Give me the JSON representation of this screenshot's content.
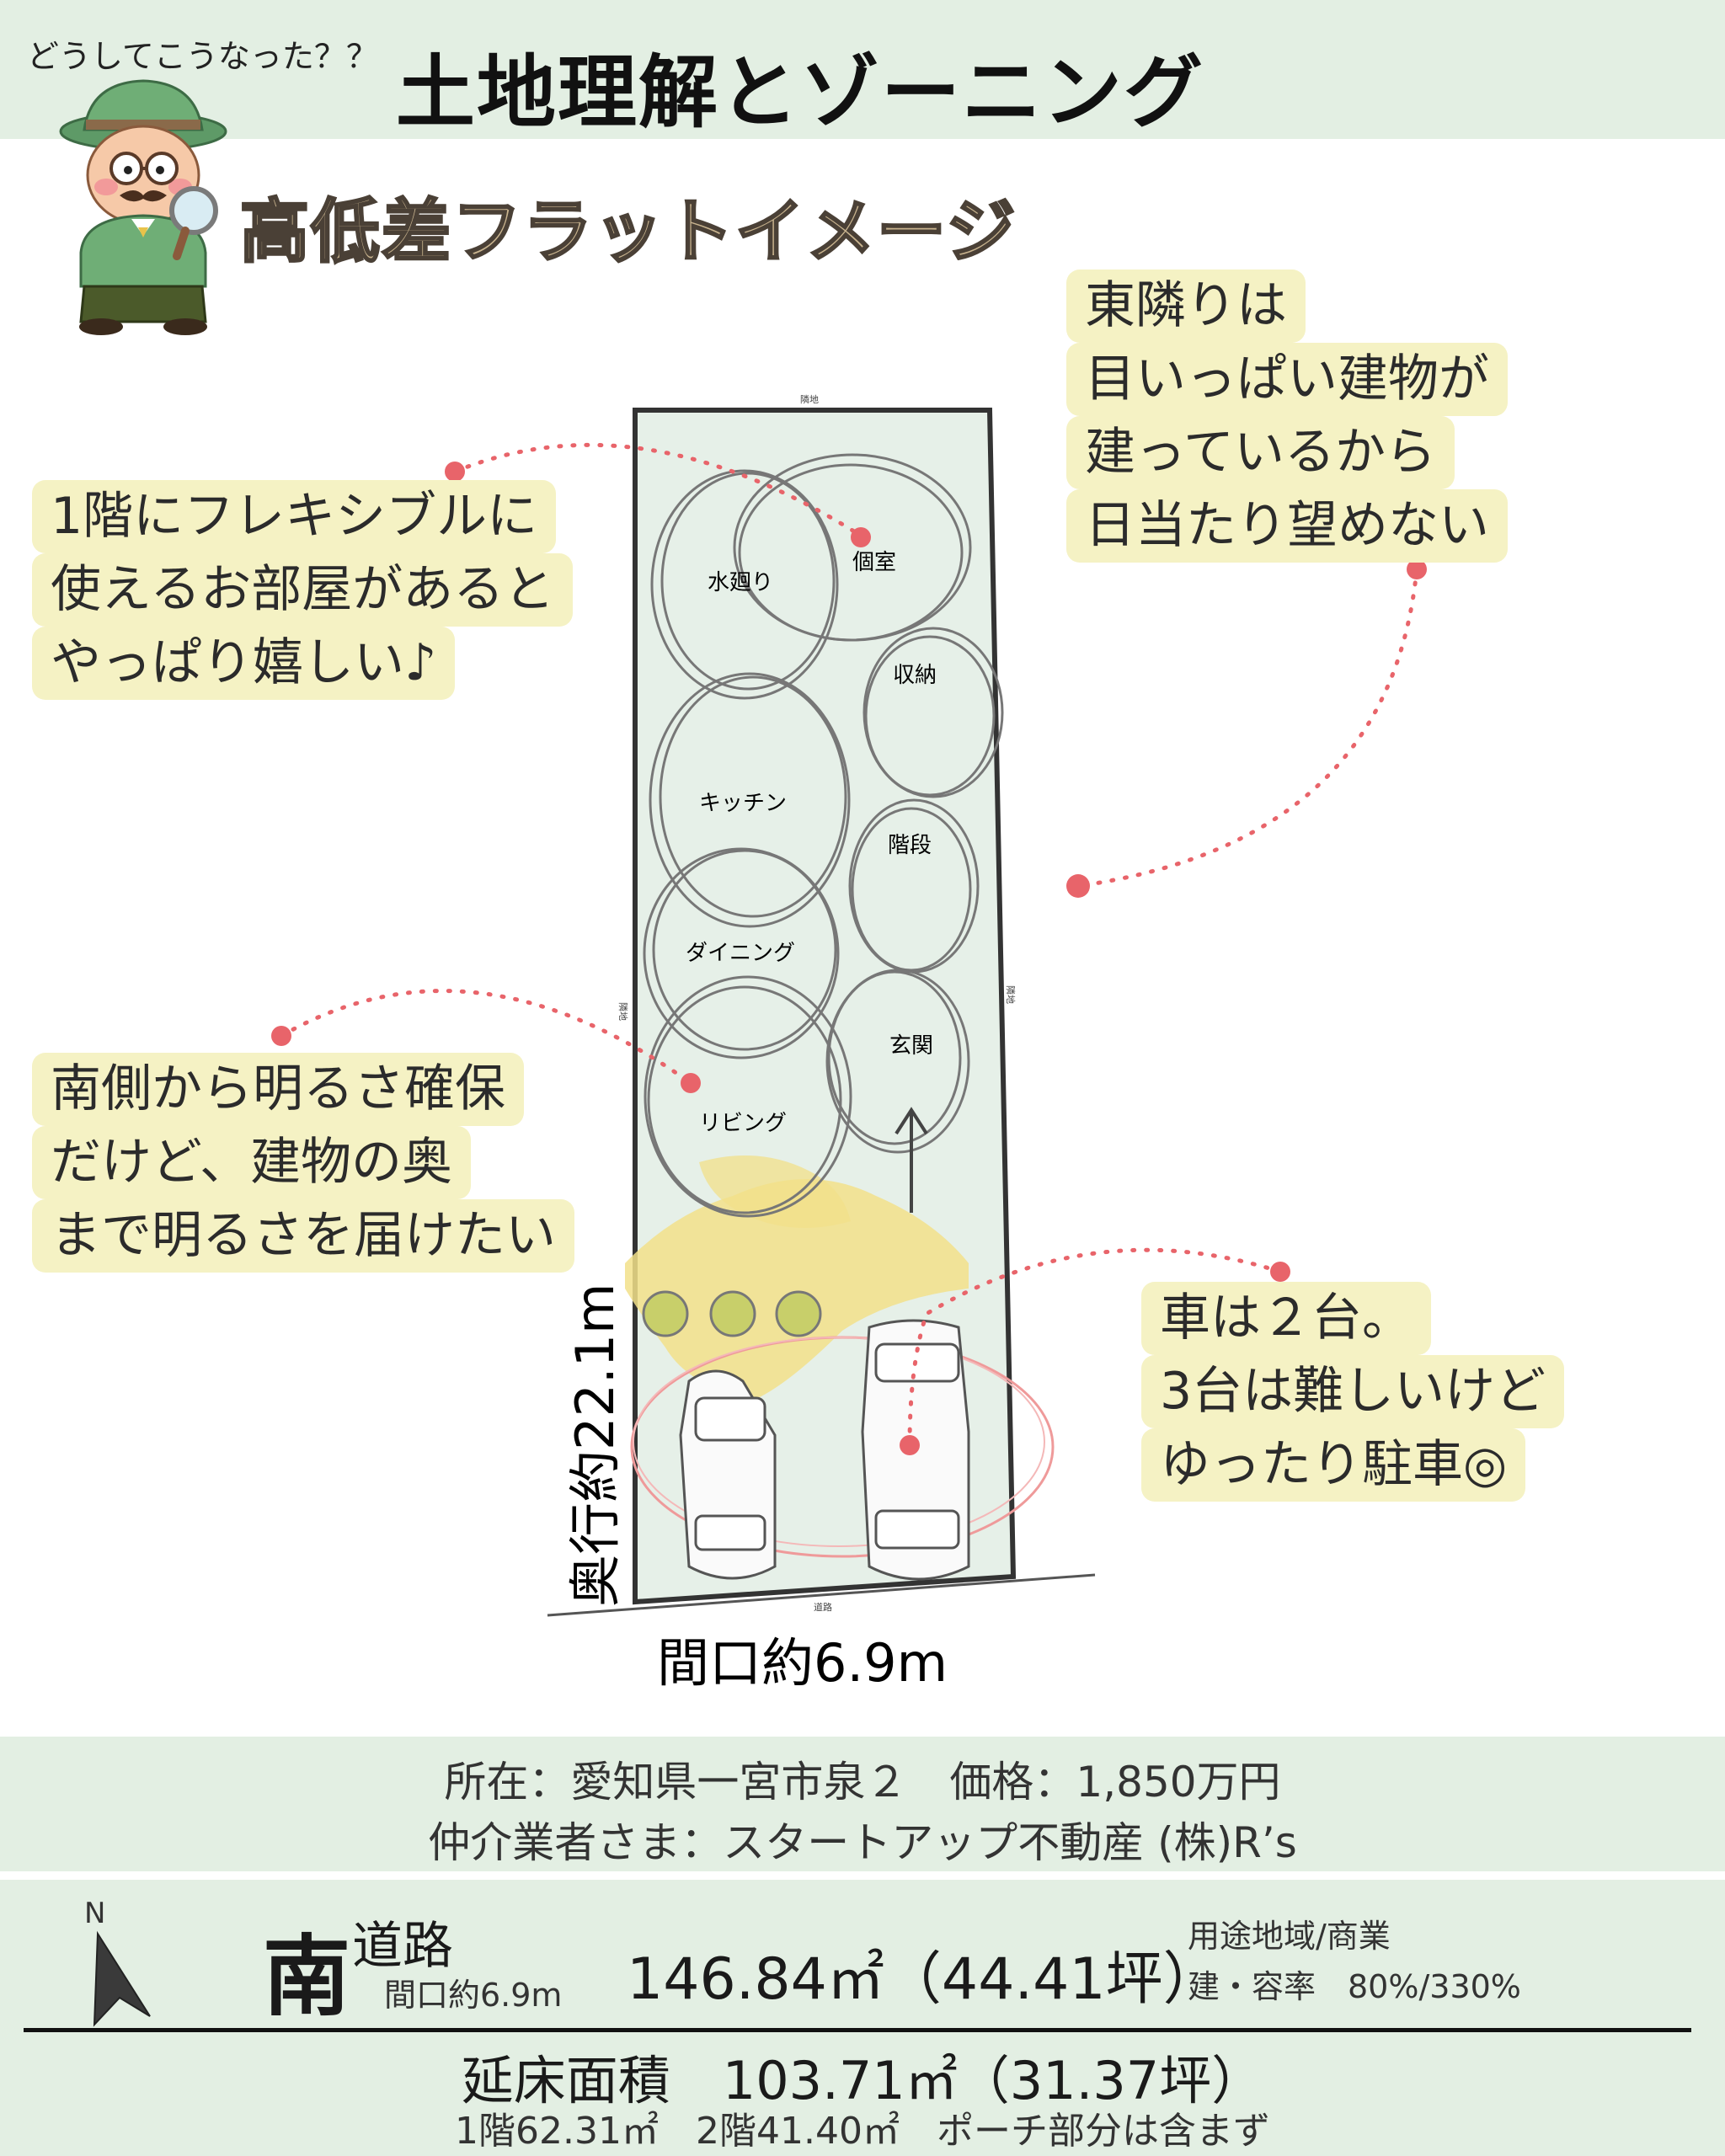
{
  "header": {
    "kicker": "どうしてこうなった？？",
    "title": "土地理解とゾーニング",
    "subtitle": "高低差フラットイメージ"
  },
  "notes": {
    "east": [
      "東隣りは",
      "目いっぱい建物が",
      "建っているから",
      "日当たり望めない"
    ],
    "flex": [
      "1階にフレキシブルに",
      "使えるお部屋があると",
      "やっぱり嬉しい♪"
    ],
    "south": [
      "南側から明るさ確保",
      "だけど、建物の奥",
      "まで明るさを届けたい"
    ],
    "car": [
      "車は２台。",
      "3台は難しいけど",
      "ゆったり駐車◎"
    ]
  },
  "plan": {
    "rooms": {
      "utility": "水廻り",
      "private": "個室",
      "storage": "収納",
      "kitchen": "キッチン",
      "stairs": "階段",
      "dining": "ダイニング",
      "entrance": "玄関",
      "living": "リビング"
    },
    "edge_north": "隣地",
    "edge_west": "隣地",
    "edge_east": "隣地",
    "edge_south": "道路",
    "depth_label": "奥行約22.1m",
    "frontage_label": "間口約6.9m"
  },
  "info": {
    "line1": "所在：愛知県一宮市泉２　価格：1,850万円",
    "line2": "仲介業者さま：スタートアップ不動産 (株)R’s"
  },
  "specs": {
    "north_mark": "N",
    "direction": "南",
    "road": "道路",
    "road_frontage": "間口約6.9m",
    "land_area": "146.84㎡（44.41坪）",
    "use_zone": "用途地域/商業",
    "coverage": "建・容率　80%/330%",
    "floor_area": "延床面積　103.71㎡（31.37坪）",
    "floor_detail": "1階62.31㎡　2階41.40㎡　ポーチ部分は含まず"
  },
  "colors": {
    "band": "#e3efe3",
    "note_bg": "#f5f2c4",
    "lot_fill": "#e6f0e8",
    "accent_dot": "#e8646a",
    "light_yellow": "#f2e08a"
  }
}
